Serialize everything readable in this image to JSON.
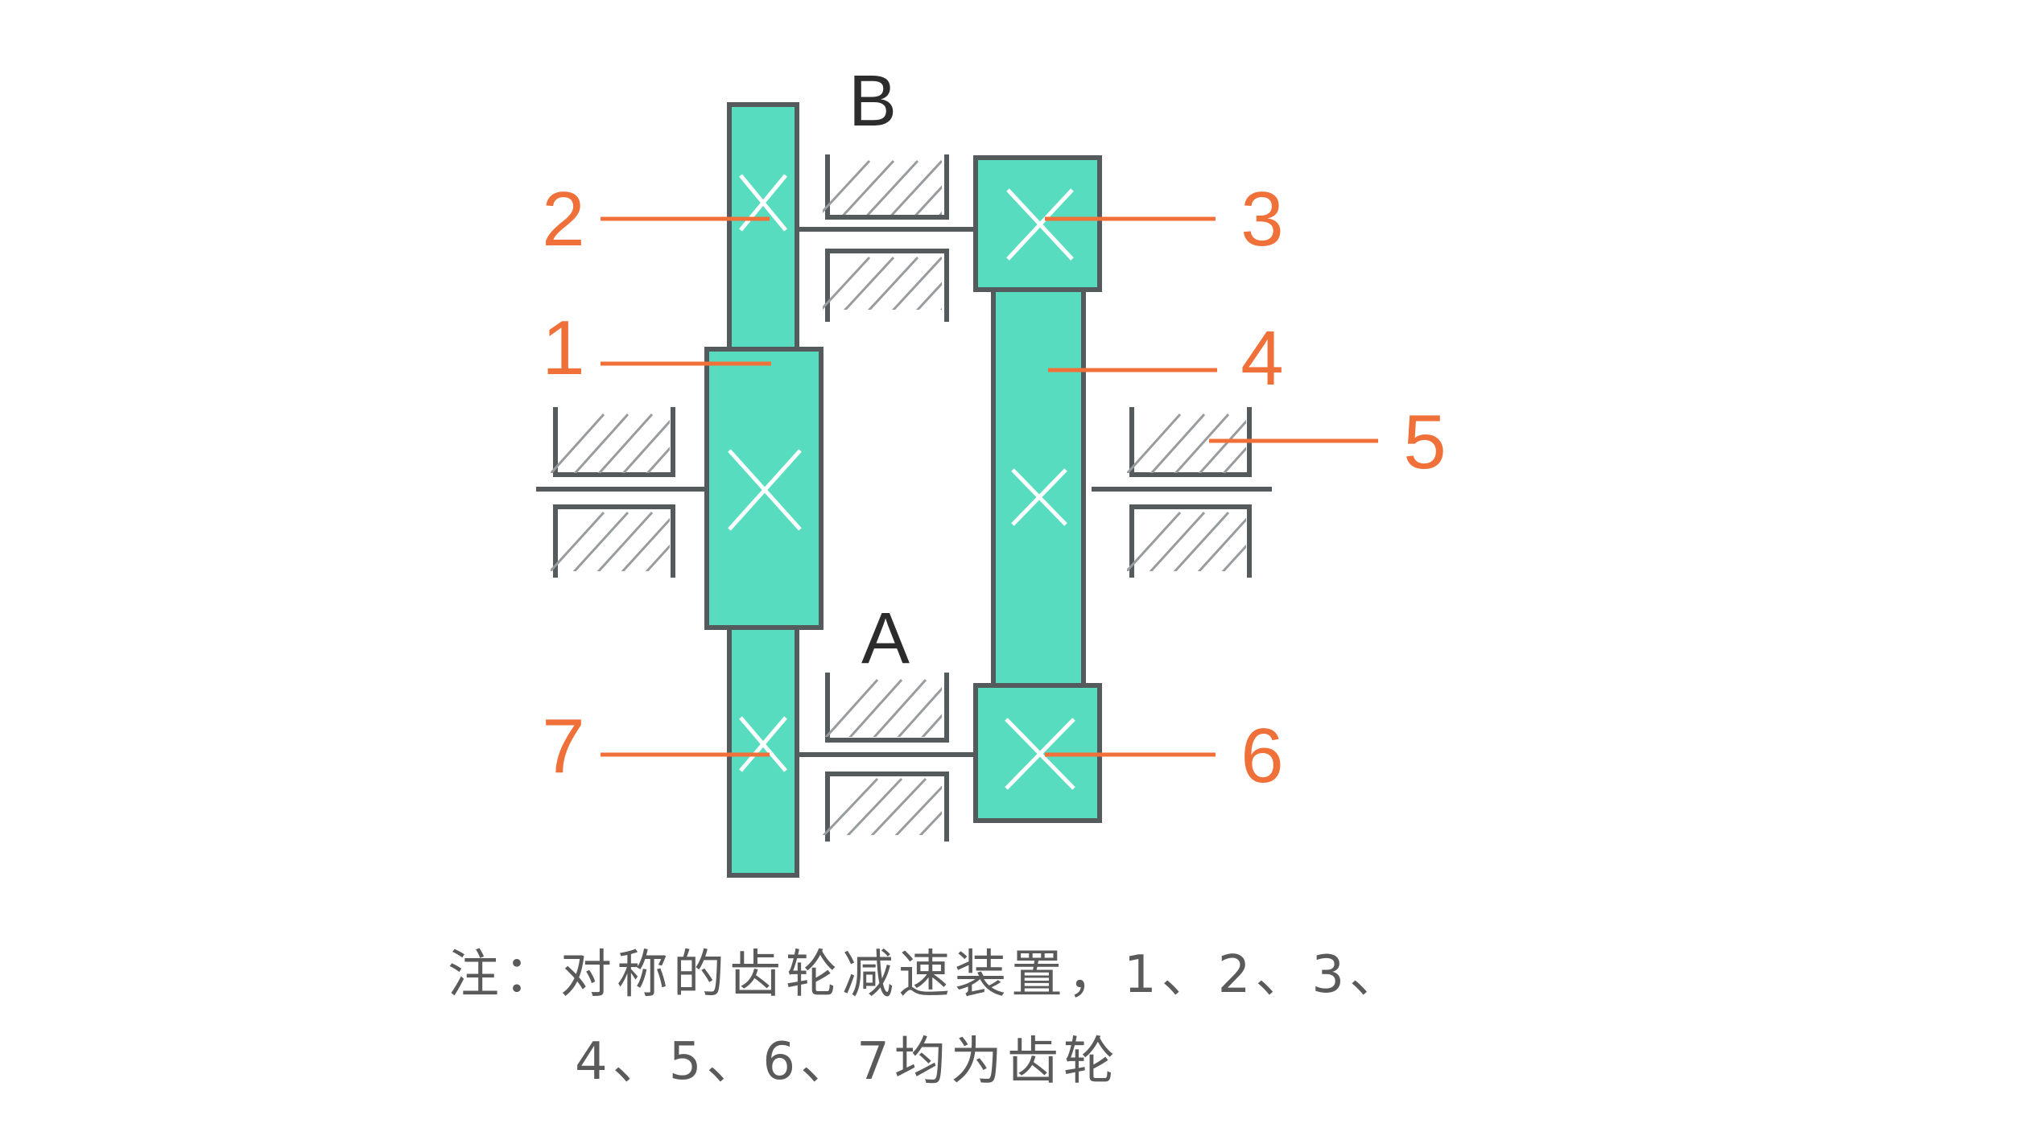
{
  "diagram": {
    "point_labels": {
      "a": "A",
      "b": "B"
    },
    "component_numbers": [
      "1",
      "2",
      "3",
      "4",
      "5",
      "6",
      "7"
    ],
    "colors": {
      "gear_fill": "#58dcc0",
      "outline": "#555a5c",
      "callout": "#f0703a",
      "hatch": "#999c9e"
    }
  },
  "note": {
    "line1": "注：对称的齿轮减速装置，1、2、3、",
    "line2": "4、5、6、7均为齿轮"
  }
}
